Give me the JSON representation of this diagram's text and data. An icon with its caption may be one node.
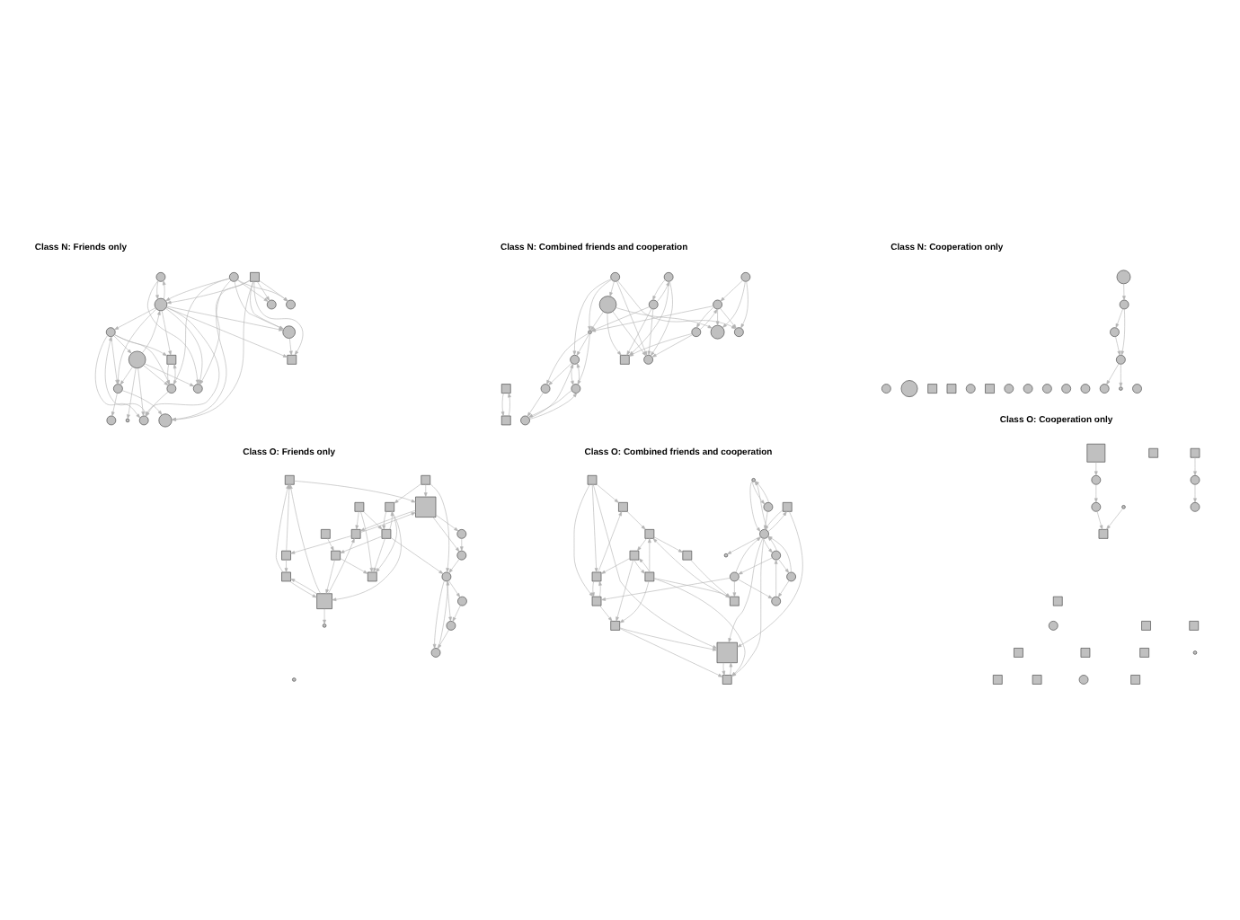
{
  "diagram": {
    "nodes": [
      {
        "text": [],
        "shape": "circle"
      },
      {
        "text": [],
        "shape": "circle"
      },
      {
        "text": [],
        "shape": "circle"
      },
      {
        "text": [],
        "shape": "circle"
      },
      {
        "text": [],
        "shape": "box"
      },
      {
        "text": [],
        "shape": "circle"
      },
      {
        "text": [],
        "shape": "circle"
      },
      {
        "text": [],
        "shape": "box"
      },
      {
        "text": [],
        "shape": "circle"
      },
      {
        "text": [],
        "shape": "circle"
      },
      {
        "text": [],
        "shape": "circle"
      },
      {
        "text": [],
        "shape": "circle"
      },
      {
        "text": [],
        "shape": "box"
      },
      {
        "text": [],
        "shape": "circle"
      },
      {
        "text": [],
        "shape": "circle"
      },
      {
        "text": [],
        "shape": "circle"
      },
      {
        "text": [],
        "shape": "circle"
      },
      {
        "text": [],
        "shape": "circle"
      },
      {
        "text": [],
        "shape": "circle"
      },
      {
        "text": [],
        "shape": "circle"
      },
      {
        "text": [],
        "shape": "circle"
      },
      {
        "text": [],
        "shape": "circle"
      },
      {
        "text": [],
        "shape": "circle"
      },
      {
        "text": [],
        "shape": "circle"
      },
      {
        "text": [],
        "shape": "box"
      },
      {
        "text": [],
        "shape": "circle"
      },
      {
        "text": [],
        "shape": "circle"
      },
      {
        "text": [],
        "shape": "circle"
      },
      {
        "text": [],
        "shape": "circle"
      },
      {
        "text": [],
        "shape": "circle"
      },
      {
        "text": [],
        "shape": "circle"
      },
      {
        "text": [],
        "shape": "circle"
      },
      {
        "text": [],
        "shape": "circle"
      },
      {
        "text": [],
        "shape": "circle"
      },
      {
        "text": [],
        "shape": "box"
      },
      {
        "text": [],
        "shape": "box"
      },
      {
        "text": [],
        "shape": "circle"
      },
      {
        "text": [],
        "shape": "circle"
      },
      {
        "text": [],
        "shape": "box"
      },
      {
        "text": [],
        "shape": "box"
      },
      {
        "text": [],
        "shape": "circle"
      },
      {
        "text": [],
        "shape": "box"
      },
      {
        "text": [],
        "shape": "circle"
      },
      {
        "text": [],
        "shape": "circle"
      },
      {
        "text": [],
        "shape": "circle"
      },
      {
        "text": [],
        "shape": "circle"
      },
      {
        "text": [],
        "shape": "circle"
      },
      {
        "text": [],
        "shape": "circle"
      },
      {
        "text": [],
        "shape": "circle"
      },
      {
        "text": [],
        "shape": "circle"
      },
      {
        "text": [],
        "shape": "circle"
      },
      {
        "text": [],
        "shape": "circle"
      },
      {
        "text": [],
        "shape": "circle"
      },
      {
        "text": [],
        "shape": "circle"
      },
      {
        "text": [],
        "shape": "circle"
      },
      {
        "text": [],
        "shape": "circle"
      },
      {
        "text": [],
        "shape": "circle"
      },
      {
        "text": [],
        "shape": "box"
      },
      {
        "text": [],
        "shape": "box"
      },
      {
        "text": [],
        "shape": "box"
      },
      {
        "text": [],
        "shape": "circle"
      },
      {
        "text": [],
        "shape": "box"
      },
      {
        "text": [],
        "shape": "circle"
      },
      {
        "text": [],
        "shape": "box"
      },
      {
        "text": [],
        "shape": "circle"
      },
      {
        "text": [],
        "shape": "circle"
      },
      {
        "text": [],
        "shape": "box"
      },
      {
        "text": [],
        "shape": "box"
      },
      {
        "text": [],
        "shape": "box"
      },
      {
        "text": [],
        "shape": "box"
      },
      {
        "text": [],
        "shape": "box"
      },
      {
        "text": [],
        "shape": "circle"
      },
      {
        "text": [],
        "shape": "box"
      },
      {
        "text": [],
        "shape": "box"
      },
      {
        "text": [],
        "shape": "box"
      },
      {
        "text": [],
        "shape": "box"
      },
      {
        "text": [],
        "shape": "box"
      },
      {
        "text": [],
        "shape": "box"
      },
      {
        "text": [],
        "shape": "box"
      },
      {
        "text": [],
        "shape": "box"
      },
      {
        "text": [],
        "shape": "box"
      },
      {
        "text": [],
        "shape": "circle"
      },
      {
        "text": [],
        "shape": "box"
      },
      {
        "text": [],
        "shape": "box"
      },
      {
        "text": [],
        "shape": "box"
      },
      {
        "text": [],
        "shape": "box"
      },
      {
        "text": [],
        "shape": "circle"
      },
      {
        "text": [],
        "shape": "circle"
      },
      {
        "text": [],
        "shape": "box"
      },
      {
        "text": [],
        "shape": "circle"
      },
      {
        "text": [],
        "shape": "box"
      },
      {
        "text": [],
        "shape": "box"
      },
      {
        "text": [],
        "shape": "circle"
      },
      {
        "text": [],
        "shape": "circle"
      },
      {
        "text": [],
        "shape": "circle"
      },
      {
        "text": [],
        "shape": "circle"
      },
      {
        "text": [],
        "shape": "box"
      },
      {
        "text": [],
        "shape": "box"
      },
      {
        "text": [],
        "shape": "box"
      },
      {
        "text": [],
        "shape": "circle"
      },
      {
        "text": [],
        "shape": "box"
      },
      {
        "text": [],
        "shape": "circle"
      },
      {
        "text": [],
        "shape": "box"
      },
      {
        "text": [],
        "shape": "box"
      },
      {
        "text": [],
        "shape": "box"
      },
      {
        "text": [],
        "shape": "circle"
      },
      {
        "text": [],
        "shape": "box"
      },
      {
        "text": [],
        "shape": "box"
      },
      {
        "text": [],
        "shape": "box"
      },
      {
        "text": [],
        "shape": "circle"
      },
      {
        "text": [],
        "shape": "circle"
      },
      {
        "text": [],
        "shape": "box"
      },
      {
        "text": [],
        "shape": "box"
      },
      {
        "text": [],
        "shape": "circle"
      },
      {
        "text": [],
        "shape": "box"
      },
      {
        "text": [],
        "shape": "circle"
      },
      {
        "text": [],
        "shape": "circle"
      }
    ],
    "edges": [
      {
        "from": 11,
        "to": 0,
        "arrow": "to"
      },
      {
        "from": 3,
        "to": 2,
        "arrow": "to"
      },
      {
        "from": 6,
        "to": 2,
        "arrow": "to"
      },
      {
        "from": 11,
        "to": 2,
        "arrow": "to"
      },
      {
        "from": 7,
        "to": 1,
        "arrow": "to"
      },
      {
        "from": 10,
        "to": 1,
        "arrow": "to"
      },
      {
        "from": 7,
        "to": 8,
        "arrow": "to"
      },
      {
        "from": 10,
        "to": 8,
        "arrow": "to"
      },
      {
        "from": 5,
        "to": 4,
        "arrow": "to"
      },
      {
        "from": 6,
        "to": 4,
        "arrow": "to"
      },
      {
        "from": 9,
        "to": 4,
        "arrow": "to"
      },
      {
        "from": 5,
        "to": 9,
        "arrow": "to"
      },
      {
        "from": 4,
        "to": 9,
        "arrow": "to"
      },
      {
        "from": 6,
        "to": 5,
        "arrow": "to"
      },
      {
        "from": 6,
        "to": 3,
        "arrow": "to"
      },
      {
        "from": 3,
        "to": 6,
        "arrow": "to"
      },
      {
        "from": 7,
        "to": 6,
        "arrow": "to"
      },
      {
        "from": 10,
        "to": 6,
        "arrow": "to"
      },
      {
        "from": 11,
        "to": 6,
        "arrow": "to"
      },
      {
        "from": 7,
        "to": 2,
        "arrow": "to"
      },
      {
        "from": 6,
        "to": 12,
        "arrow": "to"
      },
      {
        "from": 7,
        "to": 12,
        "arrow": "to"
      },
      {
        "from": 13,
        "to": 12,
        "arrow": "to"
      },
      {
        "from": 10,
        "to": 13,
        "arrow": "to"
      },
      {
        "from": 6,
        "to": 13,
        "arrow": "to"
      },
      {
        "from": 7,
        "to": 13,
        "arrow": "to"
      },
      {
        "from": 11,
        "to": 14,
        "arrow": "to"
      },
      {
        "from": 6,
        "to": 14,
        "arrow": "to"
      },
      {
        "from": 9,
        "to": 14,
        "arrow": "to"
      },
      {
        "from": 5,
        "to": 14,
        "arrow": "to"
      },
      {
        "from": 11,
        "to": 15,
        "arrow": "to"
      },
      {
        "from": 5,
        "to": 15,
        "arrow": "to"
      },
      {
        "from": 6,
        "to": 15,
        "arrow": "to"
      },
      {
        "from": 15,
        "to": 16,
        "arrow": "to"
      },
      {
        "from": 10,
        "to": 16,
        "arrow": "to"
      },
      {
        "from": 7,
        "to": 16,
        "arrow": "to"
      },
      {
        "from": 15,
        "to": 17,
        "arrow": "to"
      },
      {
        "from": 10,
        "to": 9,
        "arrow": "to"
      },
      {
        "from": 11,
        "to": 9,
        "arrow": "to"
      },
      {
        "from": 14,
        "to": 5,
        "arrow": "to"
      },
      {
        "from": 5,
        "to": 11,
        "arrow": "to"
      },
      {
        "from": 18,
        "to": 19,
        "arrow": "to"
      },
      {
        "from": 18,
        "to": 20,
        "arrow": "to"
      },
      {
        "from": 18,
        "to": 21,
        "arrow": "to"
      },
      {
        "from": 21,
        "to": 19,
        "arrow": "to"
      },
      {
        "from": 21,
        "to": 20,
        "arrow": "to"
      },
      {
        "from": 22,
        "to": 21,
        "arrow": "to"
      },
      {
        "from": 21,
        "to": 22,
        "arrow": "to"
      },
      {
        "from": 23,
        "to": 19,
        "arrow": "to"
      },
      {
        "from": 23,
        "to": 24,
        "arrow": "to"
      },
      {
        "from": 22,
        "to": 24,
        "arrow": "to"
      },
      {
        "from": 22,
        "to": 26,
        "arrow": "to"
      },
      {
        "from": 23,
        "to": 26,
        "arrow": "to"
      },
      {
        "from": 25,
        "to": 23,
        "arrow": "to"
      },
      {
        "from": 25,
        "to": 26,
        "arrow": "to"
      },
      {
        "from": 25,
        "to": 20,
        "arrow": "to"
      },
      {
        "from": 21,
        "to": 29,
        "arrow": "to"
      },
      {
        "from": 23,
        "to": 29,
        "arrow": "to"
      },
      {
        "from": 25,
        "to": 29,
        "arrow": "to"
      },
      {
        "from": 25,
        "to": 30,
        "arrow": "to"
      },
      {
        "from": 27,
        "to": 24,
        "arrow": "to"
      },
      {
        "from": 27,
        "to": 28,
        "arrow": "to"
      },
      {
        "from": 28,
        "to": 27,
        "arrow": "to"
      },
      {
        "from": 28,
        "to": 24,
        "arrow": "to"
      },
      {
        "from": 28,
        "to": 26,
        "arrow": "to"
      },
      {
        "from": 27,
        "to": 26,
        "arrow": "to"
      },
      {
        "from": 28,
        "to": 29,
        "arrow": "to"
      },
      {
        "from": 29,
        "to": 30,
        "arrow": "to"
      },
      {
        "from": 29,
        "to": 32,
        "arrow": "to"
      },
      {
        "from": 30,
        "to": 31,
        "arrow": "to"
      },
      {
        "from": 30,
        "to": 32,
        "arrow": "to"
      },
      {
        "from": 31,
        "to": 33,
        "arrow": "to"
      },
      {
        "from": 32,
        "to": 33,
        "arrow": "to"
      },
      {
        "from": 33,
        "to": 32,
        "arrow": "to"
      },
      {
        "from": 32,
        "to": 30,
        "arrow": "to"
      },
      {
        "from": 33,
        "to": 30,
        "arrow": "to"
      },
      {
        "from": 29,
        "to": 31,
        "arrow": "to"
      },
      {
        "from": 34,
        "to": 35,
        "arrow": "to"
      },
      {
        "from": 35,
        "to": 34,
        "arrow": "to"
      },
      {
        "from": 45,
        "to": 47,
        "arrow": "to"
      },
      {
        "from": 47,
        "to": 49,
        "arrow": "to"
      },
      {
        "from": 47,
        "to": 51,
        "arrow": "to"
      },
      {
        "from": 51,
        "to": 49,
        "arrow": "to"
      },
      {
        "from": 49,
        "to": 48,
        "arrow": "to"
      },
      {
        "from": 49,
        "to": 52,
        "arrow": "to"
      },
      {
        "from": 58,
        "to": 55,
        "arrow": "to"
      },
      {
        "from": 55,
        "to": 56,
        "arrow": "to"
      },
      {
        "from": 58,
        "to": 56,
        "arrow": "to"
      },
      {
        "from": 56,
        "to": 64,
        "arrow": "to"
      },
      {
        "from": 64,
        "to": 65,
        "arrow": "to"
      },
      {
        "from": 65,
        "to": 62,
        "arrow": "to"
      },
      {
        "from": 64,
        "to": 62,
        "arrow": "to"
      },
      {
        "from": 62,
        "to": 71,
        "arrow": "to"
      },
      {
        "from": 64,
        "to": 71,
        "arrow": "to"
      },
      {
        "from": 71,
        "to": 64,
        "arrow": "to"
      },
      {
        "from": 57,
        "to": 58,
        "arrow": "to"
      },
      {
        "from": 59,
        "to": 57,
        "arrow": "to"
      },
      {
        "from": 66,
        "to": 57,
        "arrow": "to"
      },
      {
        "from": 61,
        "to": 58,
        "arrow": "to"
      },
      {
        "from": 58,
        "to": 61,
        "arrow": "to"
      },
      {
        "from": 66,
        "to": 60,
        "arrow": "to"
      },
      {
        "from": 59,
        "to": 66,
        "arrow": "to"
      },
      {
        "from": 66,
        "to": 59,
        "arrow": "to"
      },
      {
        "from": 63,
        "to": 59,
        "arrow": "to"
      },
      {
        "from": 61,
        "to": 63,
        "arrow": "to"
      },
      {
        "from": 68,
        "to": 64,
        "arrow": "to"
      },
      {
        "from": 70,
        "to": 64,
        "arrow": "to"
      },
      {
        "from": 69,
        "to": 66,
        "arrow": "to"
      },
      {
        "from": 72,
        "to": 66,
        "arrow": "to"
      },
      {
        "from": 67,
        "to": 72,
        "arrow": "to"
      },
      {
        "from": 70,
        "to": 69,
        "arrow": "to"
      },
      {
        "from": 69,
        "to": 70,
        "arrow": "to"
      },
      {
        "from": 73,
        "to": 70,
        "arrow": "to"
      },
      {
        "from": 68,
        "to": 69,
        "arrow": "to"
      },
      {
        "from": 70,
        "to": 72,
        "arrow": "to"
      },
      {
        "from": 69,
        "to": 74,
        "arrow": "to"
      },
      {
        "from": 70,
        "to": 74,
        "arrow": "to"
      },
      {
        "from": 73,
        "to": 74,
        "arrow": "to"
      },
      {
        "from": 72,
        "to": 74,
        "arrow": "to"
      },
      {
        "from": 68,
        "to": 58,
        "arrow": "to"
      },
      {
        "from": 63,
        "to": 57,
        "arrow": "to"
      },
      {
        "from": 66,
        "to": 61,
        "arrow": "to"
      },
      {
        "from": 73,
        "to": 61,
        "arrow": "to"
      },
      {
        "from": 75,
        "to": 76,
        "arrow": "to"
      },
      {
        "from": 75,
        "to": 77,
        "arrow": "to"
      },
      {
        "from": 75,
        "to": 78,
        "arrow": "to"
      },
      {
        "from": 75,
        "to": 82,
        "arrow": "to"
      },
      {
        "from": 77,
        "to": 76,
        "arrow": "to"
      },
      {
        "from": 76,
        "to": 85,
        "arrow": "to"
      },
      {
        "from": 77,
        "to": 82,
        "arrow": "to"
      },
      {
        "from": 82,
        "to": 77,
        "arrow": "to"
      },
      {
        "from": 83,
        "to": 77,
        "arrow": "to"
      },
      {
        "from": 80,
        "to": 78,
        "arrow": "to"
      },
      {
        "from": 82,
        "to": 80,
        "arrow": "to"
      },
      {
        "from": 78,
        "to": 84,
        "arrow": "to"
      },
      {
        "from": 84,
        "to": 78,
        "arrow": "to"
      },
      {
        "from": 80,
        "to": 84,
        "arrow": "to"
      },
      {
        "from": 83,
        "to": 80,
        "arrow": "to"
      },
      {
        "from": 85,
        "to": 83,
        "arrow": "to"
      },
      {
        "from": 88,
        "to": 83,
        "arrow": "to"
      },
      {
        "from": 83,
        "to": 88,
        "arrow": "to"
      },
      {
        "from": 88,
        "to": 85,
        "arrow": "to"
      },
      {
        "from": 85,
        "to": 90,
        "arrow": "to"
      },
      {
        "from": 90,
        "to": 91,
        "arrow": "to"
      },
      {
        "from": 88,
        "to": 91,
        "arrow": "to"
      },
      {
        "from": 88,
        "to": 80,
        "arrow": "to"
      },
      {
        "from": 88,
        "to": 84,
        "arrow": "to"
      },
      {
        "from": 91,
        "to": 85,
        "arrow": "to"
      },
      {
        "from": 79,
        "to": 78,
        "arrow": "to"
      },
      {
        "from": 87,
        "to": 79,
        "arrow": "to"
      },
      {
        "from": 79,
        "to": 87,
        "arrow": "to"
      },
      {
        "from": 87,
        "to": 81,
        "arrow": "to"
      },
      {
        "from": 87,
        "to": 84,
        "arrow": "to"
      },
      {
        "from": 87,
        "to": 78,
        "arrow": "to"
      },
      {
        "from": 86,
        "to": 87,
        "arrow": "to"
      },
      {
        "from": 87,
        "to": 86,
        "arrow": "to"
      },
      {
        "from": 89,
        "to": 87,
        "arrow": "to"
      },
      {
        "from": 86,
        "to": 89,
        "arrow": "to"
      },
      {
        "from": 89,
        "to": 86,
        "arrow": "to"
      },
      {
        "from": 92,
        "to": 91,
        "arrow": "to"
      },
      {
        "from": 92,
        "to": 87,
        "arrow": "to"
      },
      {
        "from": 92,
        "to": 82,
        "arrow": "to"
      },
      {
        "from": 93,
        "to": 87,
        "arrow": "to"
      },
      {
        "from": 87,
        "to": 93,
        "arrow": "to"
      },
      {
        "from": 94,
        "to": 87,
        "arrow": "to"
      },
      {
        "from": 93,
        "to": 92,
        "arrow": "to"
      },
      {
        "from": 92,
        "to": 95,
        "arrow": "to"
      },
      {
        "from": 95,
        "to": 93,
        "arrow": "to"
      },
      {
        "from": 94,
        "to": 95,
        "arrow": "to"
      },
      {
        "from": 93,
        "to": 94,
        "arrow": "to"
      },
      {
        "from": 105,
        "to": 108,
        "arrow": "to"
      },
      {
        "from": 110,
        "to": 108,
        "arrow": "to"
      },
      {
        "from": 113,
        "to": 110,
        "arrow": "to"
      },
      {
        "from": 114,
        "to": 113,
        "arrow": "to"
      },
      {
        "from": 111,
        "to": 115,
        "arrow": "to"
      },
      {
        "from": 115,
        "to": 116,
        "arrow": "to"
      }
    ],
    "labels": [
      "Class N: Friends only",
      "Class N: Combined friends and cooperation",
      "Class N: Cooperation only",
      "Class O: Friends only",
      "Class O: Combined friends and cooperation",
      "Class O: Cooperation only"
    ]
  }
}
